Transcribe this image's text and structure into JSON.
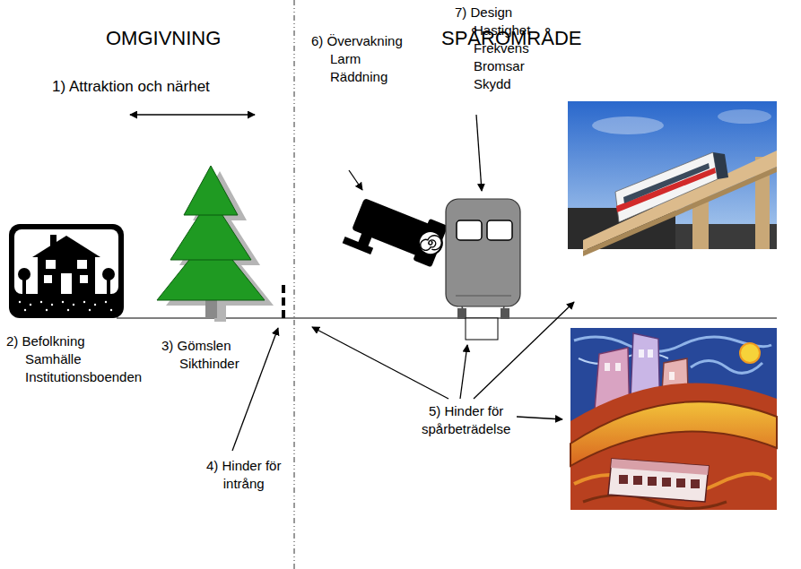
{
  "diagram": {
    "labels": [
      "OMGIVNING",
      "SPÅROMRÅDE",
      "1) Attraktion och närhet",
      "6) Övervakning Larm Räddning",
      "7) Design Hastighet Frekvens Bromsar Skydd",
      "2) Befolkning Samhälle Institutionsboenden",
      "3) Gömslen Sikthinder",
      "5) Hinder för spårbeträdelse",
      "4) Hinder för intrång"
    ]
  }
}
